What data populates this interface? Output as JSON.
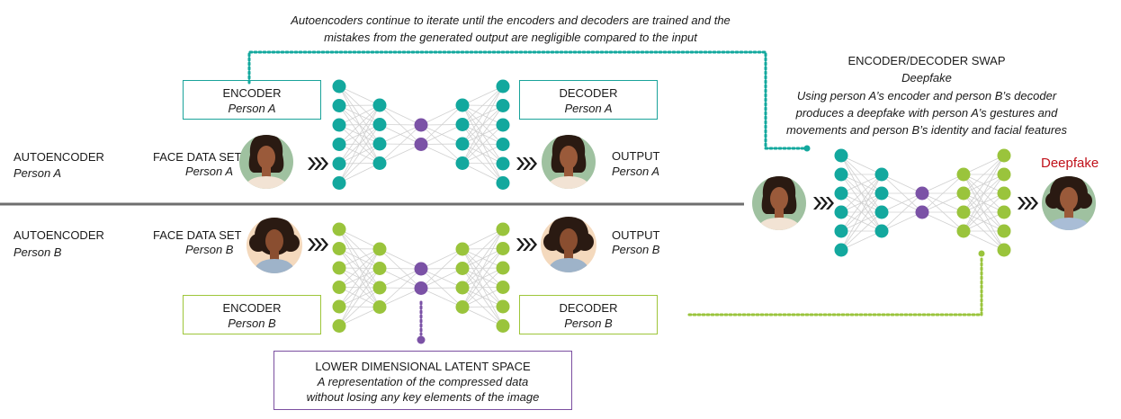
{
  "top_note": {
    "line1": "Autoencoders continue to iterate until the encoders and decoders are trained and the",
    "line2": "mistakes from the generated output are negligible compared to the input"
  },
  "person_a": {
    "row_title": "AUTOENCODER",
    "row_sub": "Person A",
    "input_title": "FACE DATA SET",
    "input_sub": "Person A",
    "encoder_title": "ENCODER",
    "encoder_sub": "Person A",
    "decoder_title": "DECODER",
    "decoder_sub": "Person A",
    "output_title": "OUTPUT",
    "output_sub": "Person A"
  },
  "person_b": {
    "row_title": "AUTOENCODER",
    "row_sub": "Person B",
    "input_title": "FACE DATA SET",
    "input_sub": "Person B",
    "encoder_title": "ENCODER",
    "encoder_sub": "Person B",
    "decoder_title": "DECODER",
    "decoder_sub": "Person B",
    "output_title": "OUTPUT",
    "output_sub": "Person B"
  },
  "latent": {
    "title": "LOWER DIMENSIONAL LATENT SPACE",
    "line1": "A representation of the compressed data",
    "line2": "without losing any key elements of the image"
  },
  "swap": {
    "title": "ENCODER/DECODER SWAP",
    "sub": "Deepfake",
    "line1": "Using person A’s encoder and person B’s decoder",
    "line2": "produces a deepfake with person A’s gestures and",
    "line3": "movements and person B’s identity and facial features",
    "result_label": "Deepfake"
  },
  "colors": {
    "teal": "#13a89e",
    "green": "#9ac43c",
    "purple": "#7b52a6",
    "divider": "#6e6e6e",
    "face_bg_a": "#9fc1a0",
    "face_bg_b": "#f4d9bd",
    "skin": "#9a5a3a",
    "hair": "#2a1a12",
    "label_red": "#c0111a"
  },
  "icons": {
    "flow_arrow": "triple-chevron-icon",
    "face_a": "person-a-face-icon",
    "face_b": "person-b-face-icon",
    "neuron": "neuron-node-icon"
  }
}
